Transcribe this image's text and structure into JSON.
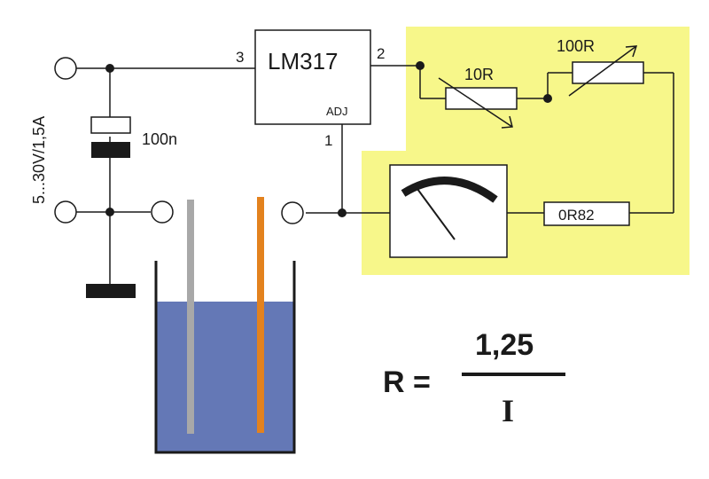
{
  "regulator": {
    "name": "LM317",
    "pin_in": "3",
    "pin_out": "2",
    "pin_adj": "1",
    "adj_label": "ADJ"
  },
  "supply_label": "5...30V/1,5A",
  "capacitor_label": "100n",
  "resistors": {
    "r10": "10R",
    "r100": "100R",
    "shunt": "0R82"
  },
  "formula": {
    "lhs": "R =",
    "numerator": "1,25",
    "denominator": "I"
  },
  "colors": {
    "highlight": "#f7f78a",
    "liquid": "#6478b6",
    "anode": "#a8a8a8",
    "cathode": "#e3821e"
  }
}
